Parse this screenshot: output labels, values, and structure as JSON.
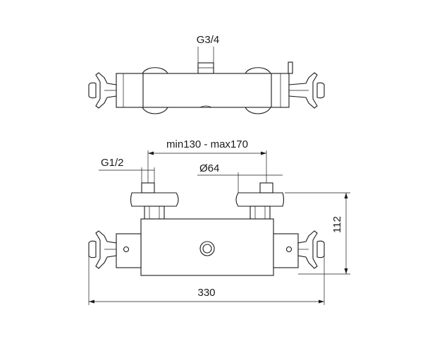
{
  "dimensions": {
    "top_inlet": "G3/4",
    "side_inlet": "G1/2",
    "center_distance": "min130 - max170",
    "cap_diameter": "Ø64",
    "height": "112",
    "overall_width": "330"
  }
}
